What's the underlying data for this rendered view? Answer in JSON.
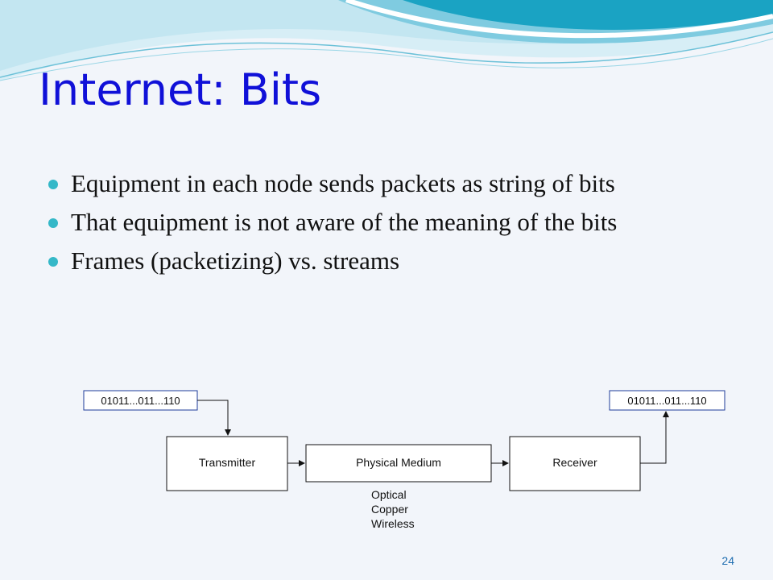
{
  "slide": {
    "title": "Internet: Bits",
    "page_number": "24"
  },
  "bullets": [
    {
      "text": "Equipment in each node sends packets as string of bits"
    },
    {
      "text": "That equipment is not aware of the meaning of the bits"
    },
    {
      "text": "Frames (packetizing) vs. streams"
    }
  ],
  "diagram": {
    "input_bits": "01011...011...110",
    "output_bits": "01011...011...110",
    "transmitter": "Transmitter",
    "medium": "Physical Medium",
    "receiver": "Receiver",
    "media_types": [
      "Optical",
      "Copper",
      "Wireless"
    ]
  },
  "colors": {
    "title": "#1010d8",
    "bullet": "#35b8c8",
    "wave_light": "#c3e6f1",
    "wave_dark": "#1aa3c3",
    "bit_box_border": "#1f3c9a"
  }
}
